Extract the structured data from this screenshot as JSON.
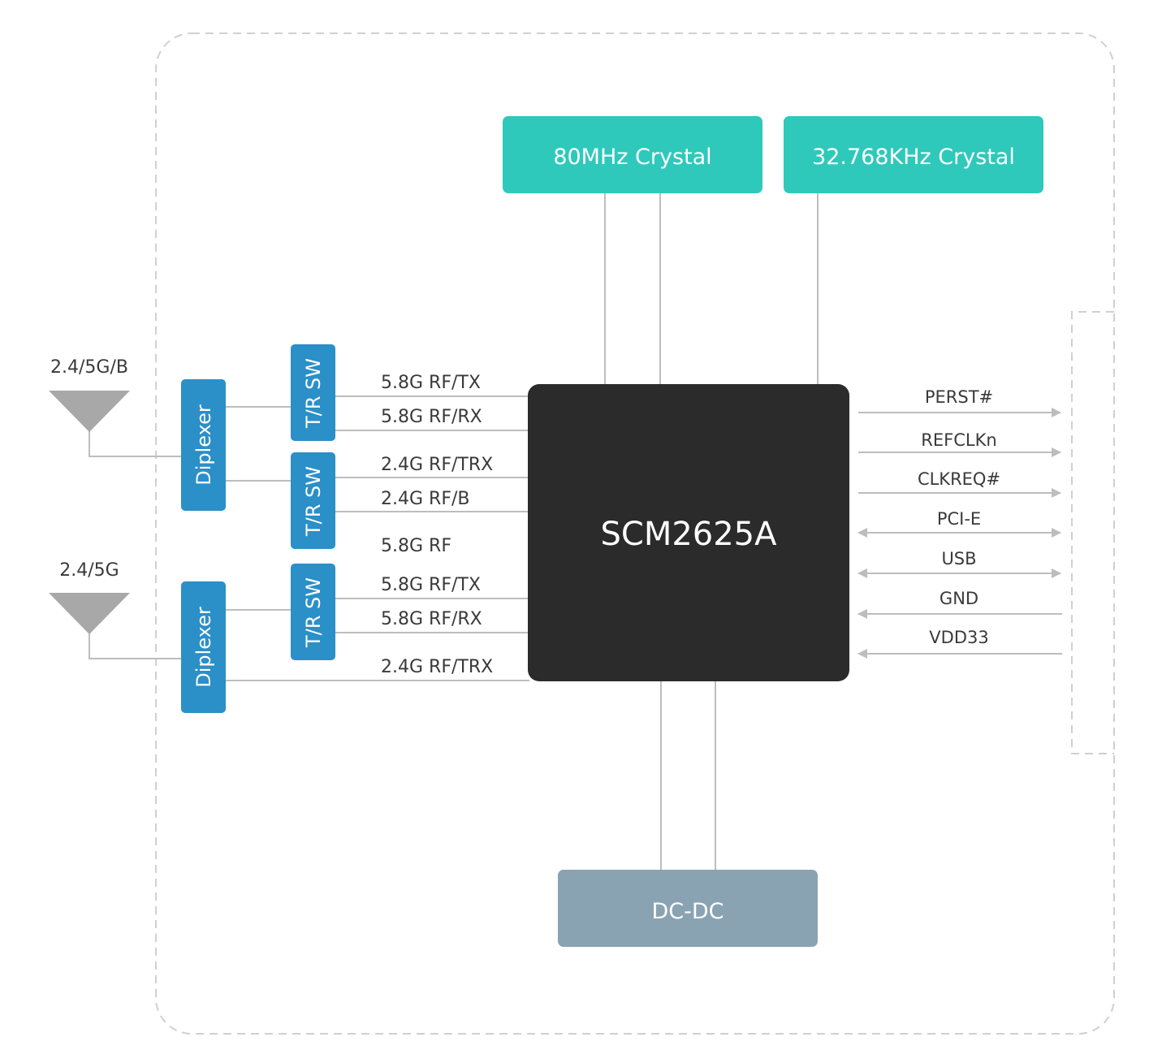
{
  "chip": {
    "label": "SCM2625A"
  },
  "crystals": [
    {
      "label": "80MHz Crystal"
    },
    {
      "label": "32.768KHz Crystal"
    }
  ],
  "power": {
    "label": "DC-DC"
  },
  "antennas": [
    {
      "label": "2.4/5G/B"
    },
    {
      "label": "2.4/5G"
    }
  ],
  "diplexers": [
    {
      "label": "Diplexer"
    },
    {
      "label": "Diplexer"
    }
  ],
  "switches": [
    {
      "label": "T/R SW"
    },
    {
      "label": "T/R SW"
    },
    {
      "label": "T/R SW"
    }
  ],
  "rf_signals": [
    {
      "label": "5.8G RF/TX"
    },
    {
      "label": "5.8G RF/RX"
    },
    {
      "label": "2.4G RF/TRX"
    },
    {
      "label": "2.4G RF/B"
    },
    {
      "label": "5.8G RF"
    },
    {
      "label": "5.8G RF/TX"
    },
    {
      "label": "5.8G RF/RX"
    },
    {
      "label": "2.4G RF/TRX"
    }
  ],
  "host_signals": [
    {
      "label": "PERST#",
      "direction": "out"
    },
    {
      "label": "REFCLKn",
      "direction": "out"
    },
    {
      "label": "CLKREQ#",
      "direction": "out"
    },
    {
      "label": "PCI-E",
      "direction": "both"
    },
    {
      "label": "USB",
      "direction": "both"
    },
    {
      "label": "GND",
      "direction": "in"
    },
    {
      "label": "VDD33",
      "direction": "in"
    }
  ],
  "colors": {
    "chip": "#2b2b2b",
    "crystal": "#2ec9bb",
    "blue_block": "#2b8fc8",
    "power": "#8aa3b3",
    "line": "#bdbdbd",
    "antenna": "#a8a8a8",
    "border": "#d0d0d0"
  }
}
